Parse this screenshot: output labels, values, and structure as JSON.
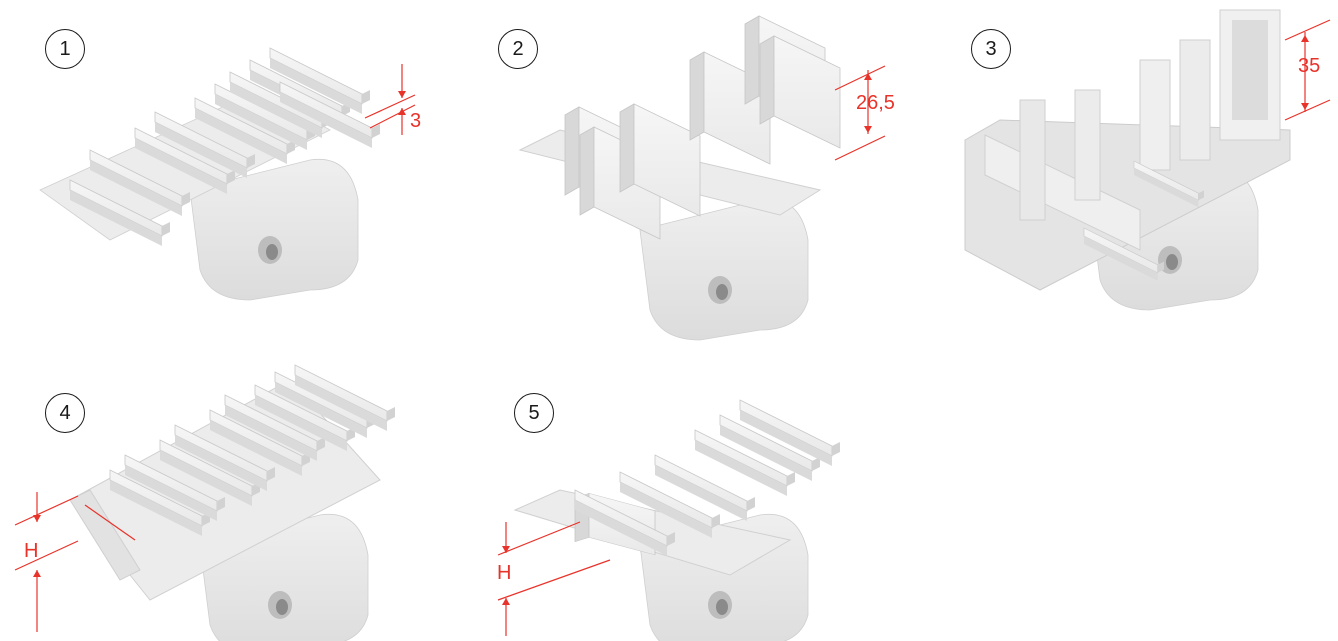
{
  "accent_color": "#e8332a",
  "part_color": "#e6e6e6",
  "figures": [
    {
      "number": "1",
      "dimension_label": "3"
    },
    {
      "number": "2",
      "dimension_label": "26,5"
    },
    {
      "number": "3",
      "dimension_label": "35"
    },
    {
      "number": "4",
      "dimension_label": "H"
    },
    {
      "number": "5",
      "dimension_label": "H"
    }
  ]
}
